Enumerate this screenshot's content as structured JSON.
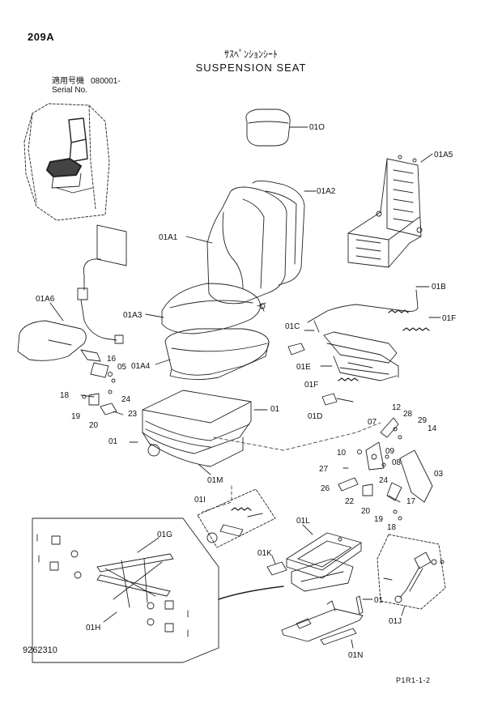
{
  "header": {
    "page_code": "209A",
    "title_jp": "ｻｽﾍﾟﾝｼｮﾝｼｰﾄ",
    "title_en": "SUSPENSION SEAT",
    "serial_label_jp": "適用号機",
    "serial_value": "080001-",
    "serial_label_en": "Serial No."
  },
  "footer": {
    "doc_number": "9262310",
    "page_ref": "P1R1-1-2"
  },
  "callouts": {
    "c01O": "01O",
    "c01A5": "01A5",
    "c01A2": "01A2",
    "c01A1": "01A1",
    "c01A6": "01A6",
    "c01A3": "01A3",
    "c01A4": "01A4",
    "c01B": "01B",
    "c01F_a": "01F",
    "c01C": "01C",
    "c01E": "01E",
    "c01F_b": "01F",
    "c01D": "01D",
    "c16": "16",
    "c05": "05",
    "c18_a": "18",
    "c24_a": "24",
    "c19_a": "19",
    "c20_a": "20",
    "c23": "23",
    "c01_a": "01",
    "c01_b": "01",
    "c01M": "01M",
    "c12": "12",
    "c28": "28",
    "c29": "29",
    "c14": "14",
    "c07": "07",
    "c10": "10",
    "c09": "09",
    "c08": "08",
    "c03": "03",
    "c27": "27",
    "c24_b": "24",
    "c26": "26",
    "c22": "22",
    "c17": "17",
    "c20_b": "20",
    "c19_b": "19",
    "c18_b": "18",
    "c01I": "01I",
    "c01L": "01L",
    "c01K": "01K",
    "c01G": "01G",
    "c01H": "01H",
    "c01_c": "01",
    "c01J": "01J",
    "c01N": "01N"
  }
}
